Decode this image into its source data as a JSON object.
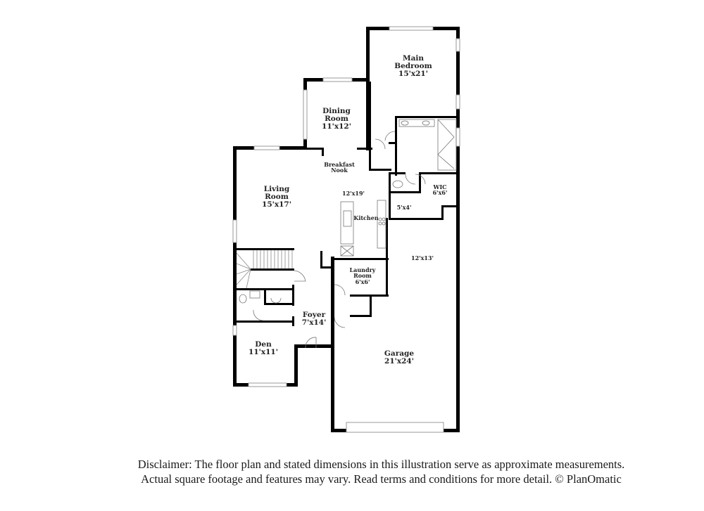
{
  "floor_plan": {
    "rooms": [
      {
        "id": "main-bedroom",
        "name": "Main\nBedroom",
        "name_lines": [
          "Main",
          "Bedroom"
        ],
        "dimensions": "15'x21'"
      },
      {
        "id": "dining-room",
        "name_lines": [
          "Dining",
          "Room"
        ],
        "dimensions": "11'x12'"
      },
      {
        "id": "breakfast-nook",
        "name_lines": [
          "Breakfast",
          "Nook"
        ],
        "dimensions": ""
      },
      {
        "id": "living-room",
        "name_lines": [
          "Living",
          "Room"
        ],
        "dimensions": "15'x17'"
      },
      {
        "id": "kitchen",
        "name_lines": [
          "Kitchen"
        ],
        "dimensions": "12'x19'"
      },
      {
        "id": "wic",
        "name_lines": [
          "WIC"
        ],
        "dimensions": "6'x6'"
      },
      {
        "id": "bath-closet",
        "name_lines": [],
        "dimensions": "5'x4'"
      },
      {
        "id": "laundry-room",
        "name_lines": [
          "Laundry",
          "Room"
        ],
        "dimensions": "6'x6'"
      },
      {
        "id": "unlabeled-room",
        "name_lines": [],
        "dimensions": "12'x13'"
      },
      {
        "id": "foyer",
        "name_lines": [
          "Foyer"
        ],
        "dimensions": "7'x14'"
      },
      {
        "id": "den",
        "name_lines": [
          "Den"
        ],
        "dimensions": "11'x11'"
      },
      {
        "id": "garage",
        "name_lines": [
          "Garage"
        ],
        "dimensions": "21'x24'"
      }
    ],
    "labels": {
      "main_bedroom_1": "Main",
      "main_bedroom_2": "Bedroom",
      "main_bedroom_dim": "15'x21'",
      "dining_1": "Dining",
      "dining_2": "Room",
      "dining_dim": "11'x12'",
      "nook_1": "Breakfast",
      "nook_2": "Nook",
      "living_1": "Living",
      "living_2": "Room",
      "living_dim": "15'x17'",
      "kitchen_dim": "12'x19'",
      "kitchen": "Kitchen",
      "wic": "WIC",
      "wic_dim": "6'x6'",
      "closet_dim": "5'x4'",
      "laundry_1": "Laundry",
      "laundry_2": "Room",
      "laundry_dim": "6'x6'",
      "room_12x13_dim": "12'x13'",
      "foyer": "Foyer",
      "foyer_dim": "7'x14'",
      "den": "Den",
      "den_dim": "11'x11'",
      "garage": "Garage",
      "garage_dim": "21'x24'"
    },
    "colors": {
      "wall": "#000000",
      "window": "#bdbdbd",
      "fixture": "#888888",
      "background": "#ffffff"
    }
  },
  "disclaimer": {
    "line1": "Disclaimer: The floor plan and stated dimensions in this illustration serve as approximate measurements.",
    "line2": "Actual square footage and features may vary. Read terms and conditions for more detail. © PlanOmatic"
  }
}
